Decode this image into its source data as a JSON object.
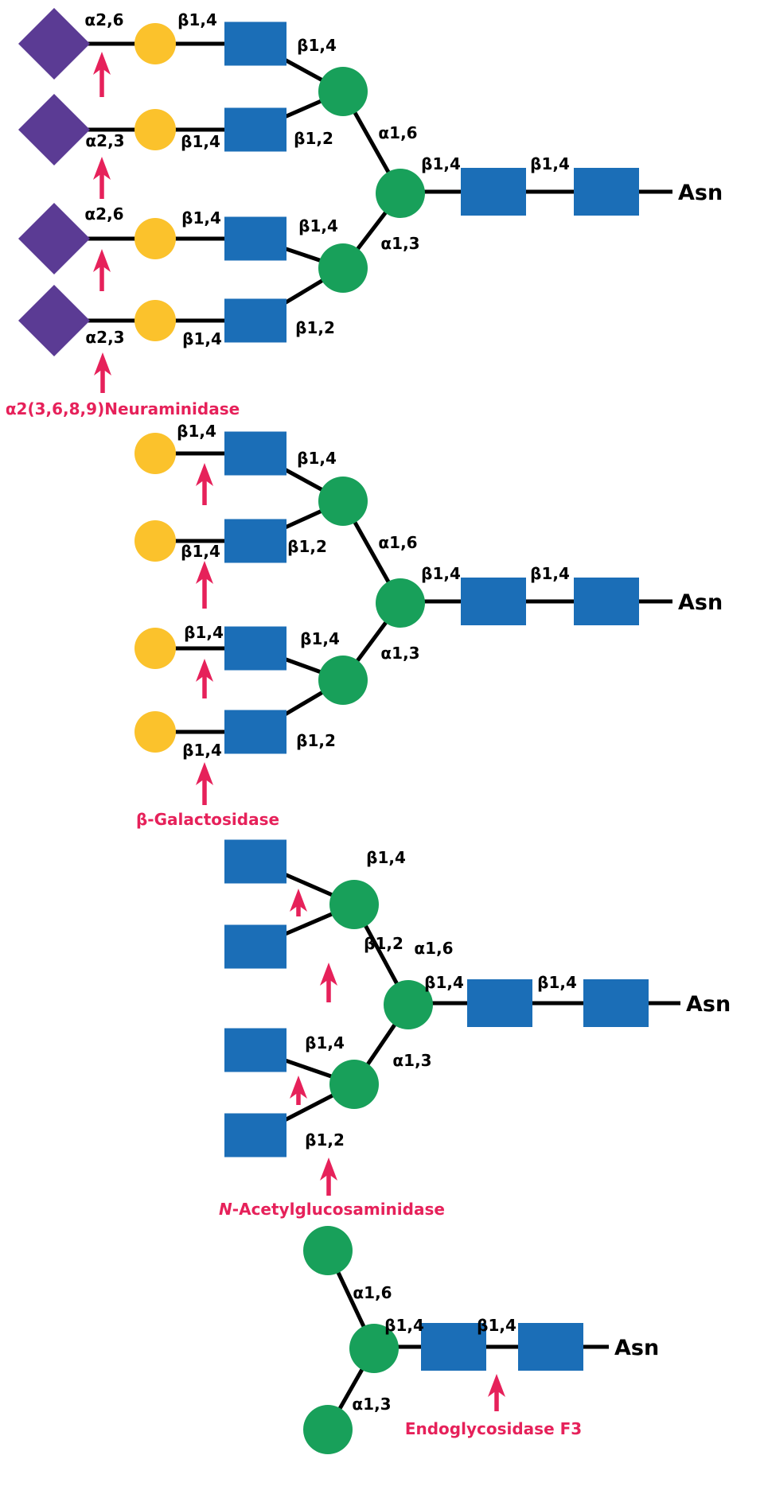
{
  "colors": {
    "background": "#ffffff",
    "sialic": "#5B3B94",
    "galactose": "#FBC22C",
    "glcnac": "#1B6EB7",
    "mannose": "#18A05A",
    "arrow": "#E6215A",
    "bond": "#000000",
    "text": "#000000"
  },
  "icons": {
    "purple_diamond": "sialic-acid-neu5ac",
    "yellow_circle": "galactose",
    "blue_square": "n-acetylglucosamine",
    "green_circle": "mannose",
    "pink_arrow": "cleavage-site-arrow"
  },
  "panels": [
    {
      "name": "sialylated-glycan",
      "asn": "Asn",
      "enzyme_label": "α2(3,6,8,9)Neuraminidase",
      "linkages": [
        "α2,6",
        "β1,4",
        "β1,4",
        "α2,3",
        "β1,4",
        "β1,2",
        "α1,6",
        "α2,6",
        "β1,4",
        "β1,4",
        "α1,3",
        "α2,3",
        "β1,4",
        "β1,2",
        "β1,4",
        "β1,4"
      ]
    },
    {
      "name": "desialylated-glycan",
      "asn": "Asn",
      "enzyme_label": "β-Galactosidase",
      "linkages": [
        "β1,4",
        "β1,4",
        "β1,4",
        "β1,2",
        "α1,6",
        "β1,4",
        "β1,4",
        "α1,3",
        "β1,4",
        "β1,2",
        "β1,4",
        "β1,4"
      ]
    },
    {
      "name": "degalactosylated-glycan",
      "asn": "Asn",
      "enzyme_prefix": "N",
      "enzyme_rest": "-Acetylglucosaminidase",
      "linkages": [
        "β1,4",
        "β1,2",
        "α1,6",
        "β1,4",
        "β1,4",
        "β1,4",
        "α1,3",
        "β1,2"
      ]
    },
    {
      "name": "trimannosyl-core-glycan",
      "asn": "Asn",
      "enzyme_label": "Endoglycosidase F3",
      "linkages": [
        "α1,6",
        "β1,4",
        "β1,4",
        "α1,3"
      ]
    }
  ]
}
